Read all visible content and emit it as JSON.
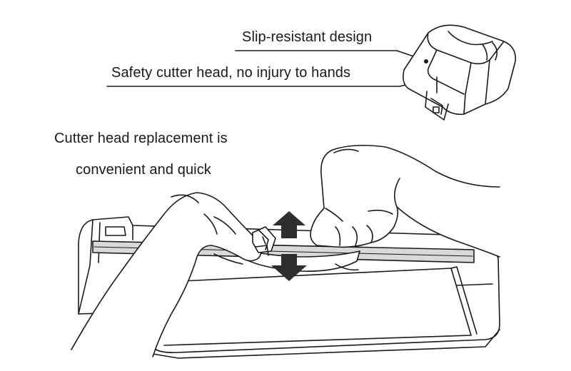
{
  "callouts": {
    "slip_resistant": "Slip-resistant design",
    "safety_cutter": "Safety cutter head, no injury to hands"
  },
  "caption": {
    "line1": "Cutter head replacement is",
    "line2": "convenient and quick"
  },
  "colors": {
    "ink": "#1a1a1a",
    "arrow": "#2e2e2e",
    "shade": "#d9d9d9"
  }
}
